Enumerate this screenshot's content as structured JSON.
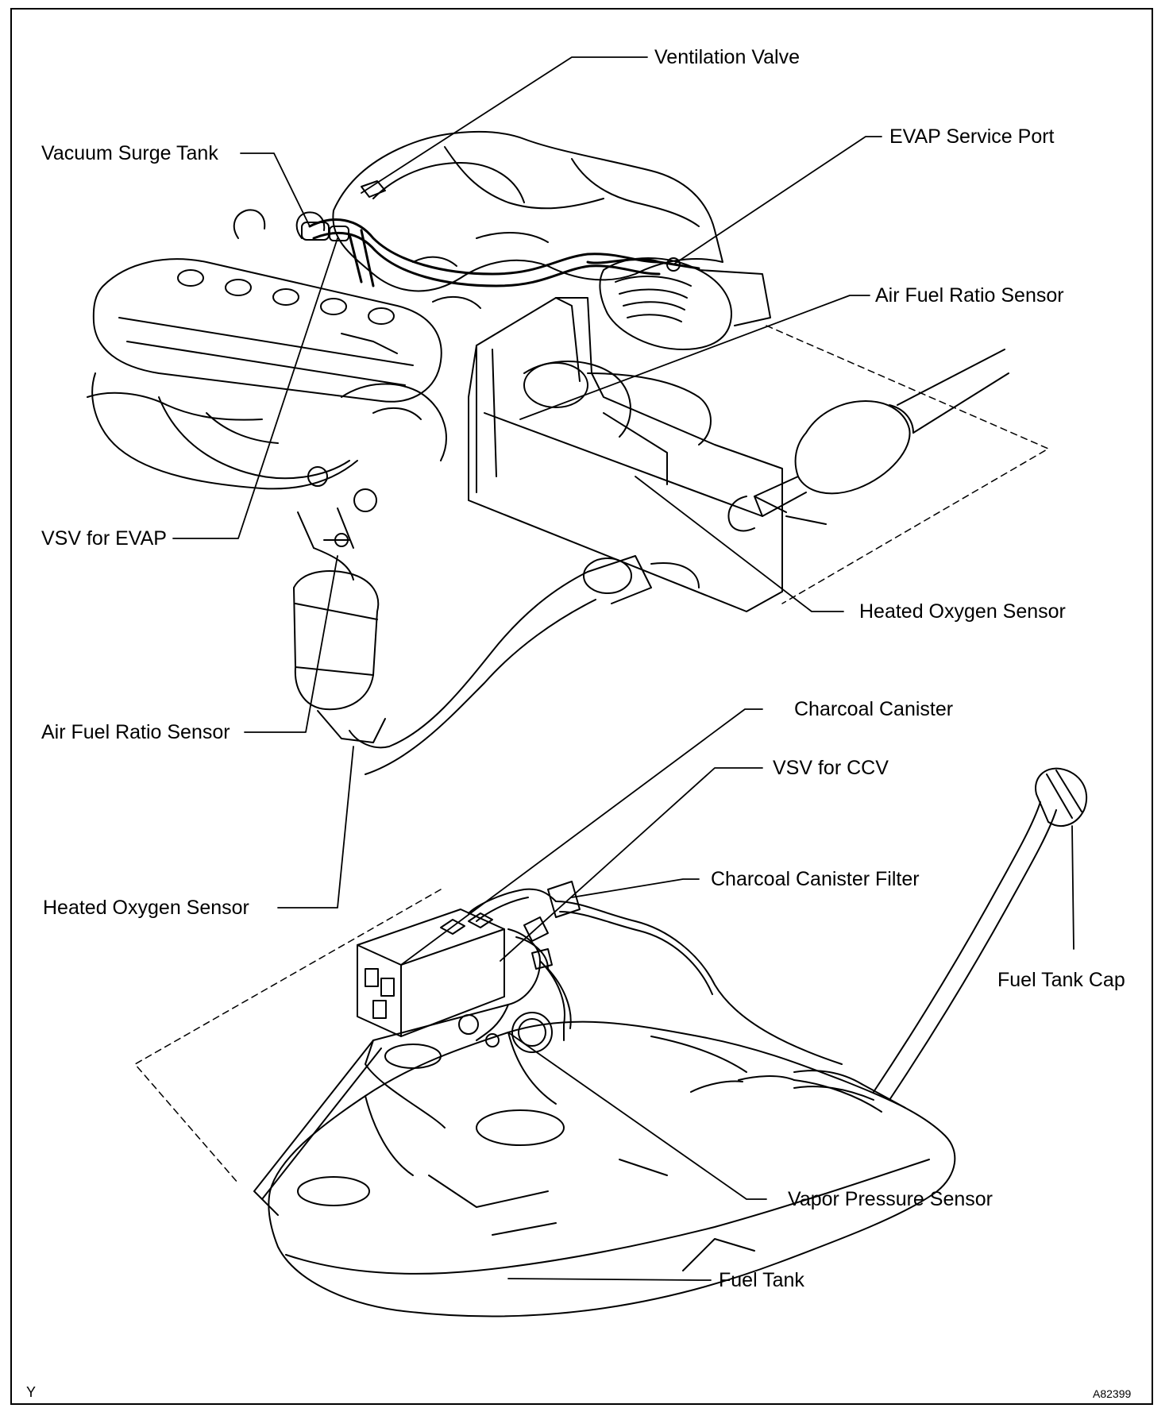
{
  "labels": {
    "ventilation_valve": "Ventilation Valve",
    "evap_service_port": "EVAP Service Port",
    "vacuum_surge_tank": "Vacuum Surge Tank",
    "air_fuel_ratio_sensor_upper": "Air Fuel Ratio Sensor",
    "vsv_for_evap": "VSV for EVAP",
    "heated_oxygen_sensor_right": "Heated Oxygen Sensor",
    "charcoal_canister": "Charcoal Canister",
    "air_fuel_ratio_sensor_lower": "Air Fuel Ratio Sensor",
    "vsv_for_ccv": "VSV for CCV",
    "heated_oxygen_sensor_left": "Heated Oxygen Sensor",
    "charcoal_canister_filter": "Charcoal Canister Filter",
    "fuel_tank_cap": "Fuel Tank Cap",
    "vapor_pressure_sensor": "Vapor Pressure Sensor",
    "fuel_tank": "Fuel Tank"
  },
  "corner_marks": {
    "left": "Y",
    "right": "A82399"
  }
}
